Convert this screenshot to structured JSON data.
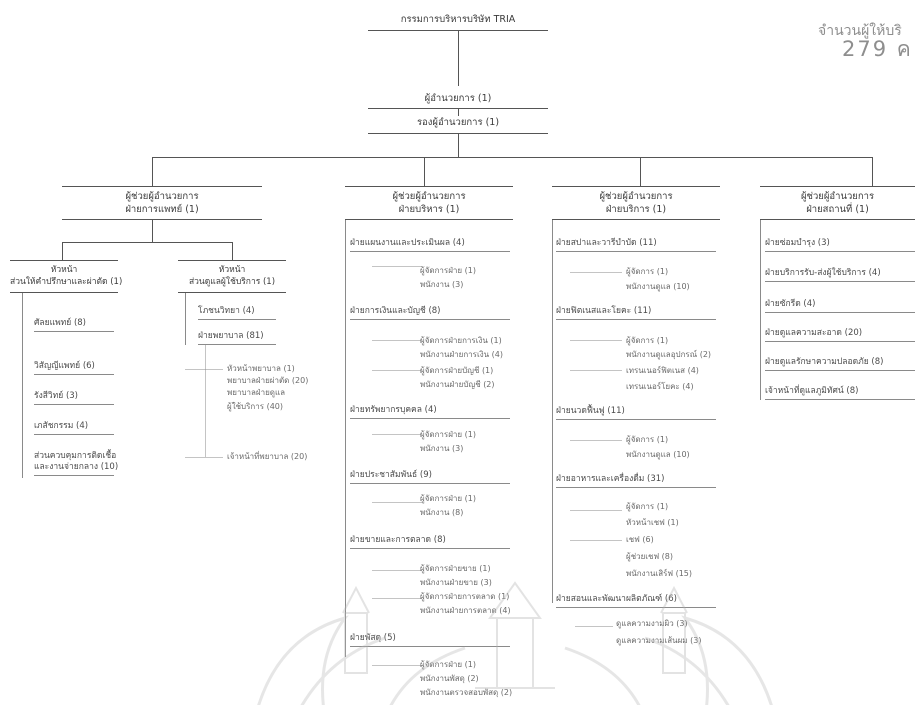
{
  "stats": {
    "label": "จำนวนผู้ให้บริ",
    "value": "279 ค"
  },
  "top": [
    "กรรมการบริหารบริษัท TRIA",
    "ผู้อำนวยการ (1)",
    "รองผู้อำนวยการ (1)"
  ],
  "assistants": [
    [
      "ผู้ช่วยผู้อำนวยการ",
      "ฝ่ายการแพทย์ (1)"
    ],
    [
      "ผู้ช่วยผู้อำนวยการ",
      "ฝ่ายบริหาร (1)"
    ],
    [
      "ผู้ช่วยผู้อำนวยการ",
      "ฝ่ายบริการ (1)"
    ],
    [
      "ผู้ช่วยผู้อำนวยการ",
      "ฝ่ายสถานที่ (1)"
    ]
  ],
  "medical": {
    "heads": [
      [
        "หัวหน้า",
        "ส่วนให้คำปรึกษาและผ่าตัด (1)"
      ],
      [
        "หัวหน้า",
        "ส่วนดูแลผู้ใช้บริการ (1)"
      ]
    ],
    "left_items": [
      "ศัลยแพทย์ (8)",
      "วิสัญญีแพทย์ (6)",
      "รังสีวิทย์ (3)",
      "เภสัชกรรม (4)",
      "ส่วนควบคุมการติดเชื้อ",
      "และงานจ่ายกลาง (10)"
    ],
    "right_items": [
      "โภชนวิทยา (4)",
      "ฝ่ายพยาบาล (81)"
    ],
    "nursing_sub": [
      "หัวหน้าพยาบาล (1)",
      "พยาบาลฝ่ายผ่าตัด (20)",
      "พยาบาลฝ่ายดูแล",
      "ผู้ใช้บริการ (40)",
      "เจ้าหน้าที่พยาบาล (20)"
    ]
  },
  "admin": [
    {
      "title": "ฝ่ายแผนงานและประเมินผล (4)",
      "subs": [
        "ผู้จัดการฝ่าย (1)",
        "พนักงาน (3)"
      ]
    },
    {
      "title": "ฝ่ายการเงินและบัญชี (8)",
      "subs": [
        "ผู้จัดการฝ่ายการเงิน (1)",
        "พนักงานฝ่ายการเงิน (4)",
        "ผู้จัดการฝ่ายบัญชี (1)",
        "พนักงานฝ่ายบัญชี (2)"
      ]
    },
    {
      "title": "ฝ่ายทรัพยากรบุคคล (4)",
      "subs": [
        "ผู้จัดการฝ่าย (1)",
        "พนักงาน (3)"
      ]
    },
    {
      "title": "ฝ่ายประชาสัมพันธ์ (9)",
      "subs": [
        "ผู้จัดการฝ่าย (1)",
        "พนักงาน (8)"
      ]
    },
    {
      "title": "ฝ่ายขายและการตลาด (8)",
      "subs": [
        "ผู้จัดการฝ่ายขาย (1)",
        "พนักงานฝ่ายขาย (3)",
        "ผู้จัดการฝ่ายการตลาด (1)",
        "พนักงานฝ่ายการตลาด (4)"
      ]
    },
    {
      "title": "ฝ่ายพัสดุ (5)",
      "subs": [
        "ผู้จัดการฝ่าย (1)",
        "พนักงานพัสดุ (2)",
        "พนักงานตรวจสอบพัสดุ (2)"
      ]
    }
  ],
  "service": [
    {
      "title": "ฝ่ายสปาและวารีบำบัด (11)",
      "subs": [
        "ผู้จัดการ (1)",
        "พนักงานดูแล (10)"
      ]
    },
    {
      "title": "ฝ่ายฟิตเนสและโยคะ (11)",
      "subs": [
        "ผู้จัดการ (1)",
        "พนักงานดูแลอุปกรณ์ (2)",
        "เทรนเนอร์ฟิตเนส (4)",
        "เทรนเนอร์โยคะ (4)"
      ]
    },
    {
      "title": "ฝ่ายนวดฟื้นฟู (11)",
      "subs": [
        "ผู้จัดการ (1)",
        "พนักงานดูแล (10)"
      ]
    },
    {
      "title": "ฝ่ายอาหารและเครื่องดื่ม (31)",
      "subs": [
        "ผู้จัดการ (1)",
        "หัวหน้าเชฟ (1)",
        "เชฟ (6)",
        "ผู้ช่วยเชฟ (8)",
        "พนักงานเสิร์ฟ (15)"
      ]
    },
    {
      "title": "ฝ่ายสอนและพัฒนาผลิตภัณฑ์ (6)",
      "subs": [
        "ดูแลความงามผิว (3)",
        "ดูแลความงามเส้นผม (3)"
      ]
    }
  ],
  "facility": [
    "ฝ่ายซ่อมบำรุง (3)",
    "ฝ่ายบริการรับ-ส่งผู้ใช้บริการ (4)",
    "ฝ่ายซักรีด (4)",
    "ฝ่ายดูแลความสะอาด (20)",
    "ฝ่ายดูแลรักษาความปลอดภัย (8)",
    "เจ้าหน้าที่ดูแลภูมิทัศน์ (8)"
  ]
}
